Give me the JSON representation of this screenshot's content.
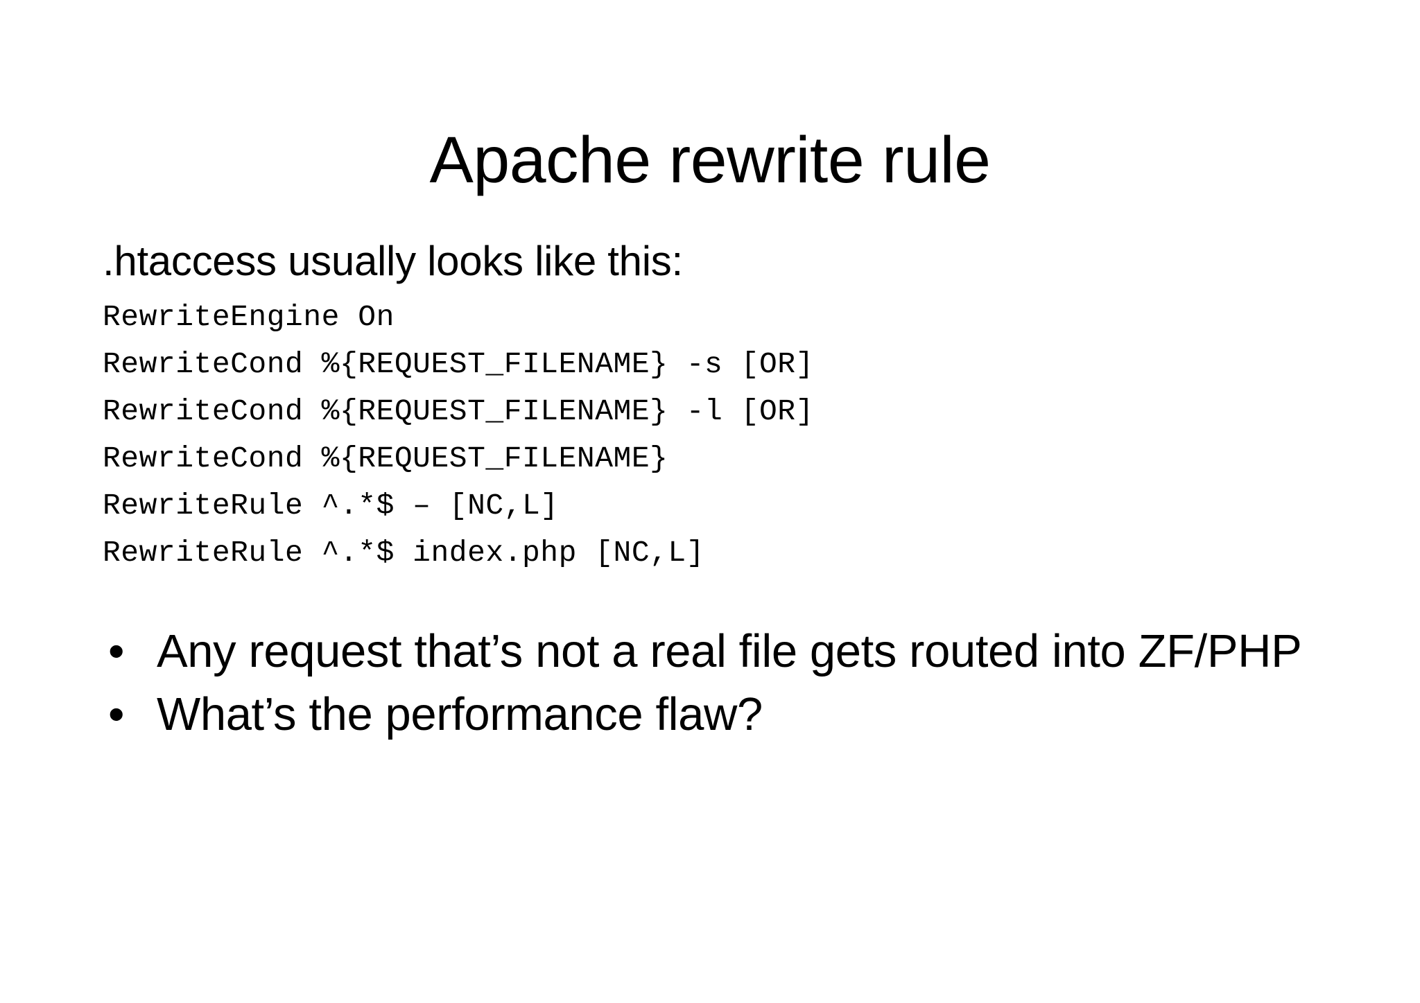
{
  "slide": {
    "title": "Apache rewrite rule",
    "subhead": ".htaccess usually looks like this:",
    "code_lines": [
      "RewriteEngine On",
      "RewriteCond %{REQUEST_FILENAME} -s [OR]",
      "RewriteCond %{REQUEST_FILENAME} -l [OR]",
      "RewriteCond %{REQUEST_FILENAME}",
      "RewriteRule ^.*$ – [NC,L]",
      "RewriteRule ^.*$ index.php [NC,L]"
    ],
    "bullets": [
      {
        "marker": "•",
        "text": "Any request that’s not a real file gets routed into ZF/PHP"
      },
      {
        "marker": "•",
        "text": "What’s the performance flaw?"
      }
    ],
    "colors": {
      "background": "#ffffff",
      "text": "#000000"
    }
  }
}
